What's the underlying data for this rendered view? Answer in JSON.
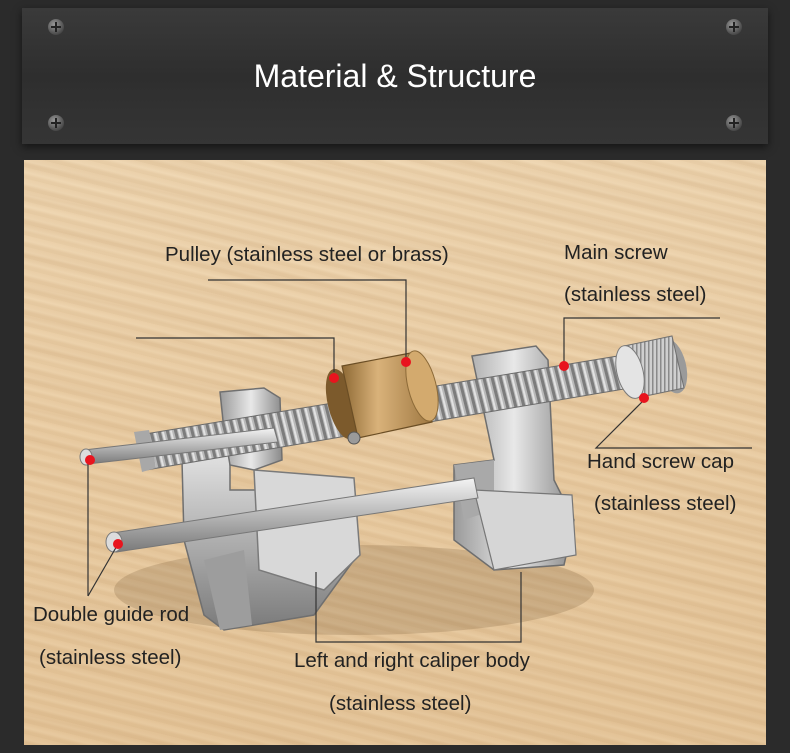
{
  "header": {
    "title": "Material & Structure"
  },
  "labels": {
    "pulley": "Pulley (stainless steel or brass)",
    "main_screw_line1": "Main screw",
    "main_screw_line2": "(stainless steel)",
    "hand_screw_cap_line1": "Hand screw cap",
    "hand_screw_cap_line2": "(stainless steel)",
    "guide_rod_line1": "Double guide rod",
    "guide_rod_line2": "(stainless steel)",
    "caliper_body_line1": "Left and right caliper body",
    "caliper_body_line2": "(stainless steel)"
  },
  "colors": {
    "marker": "#e8141e",
    "leader_line": "#333333",
    "brass": "#c9a064",
    "steel": "#c9c9c9"
  }
}
